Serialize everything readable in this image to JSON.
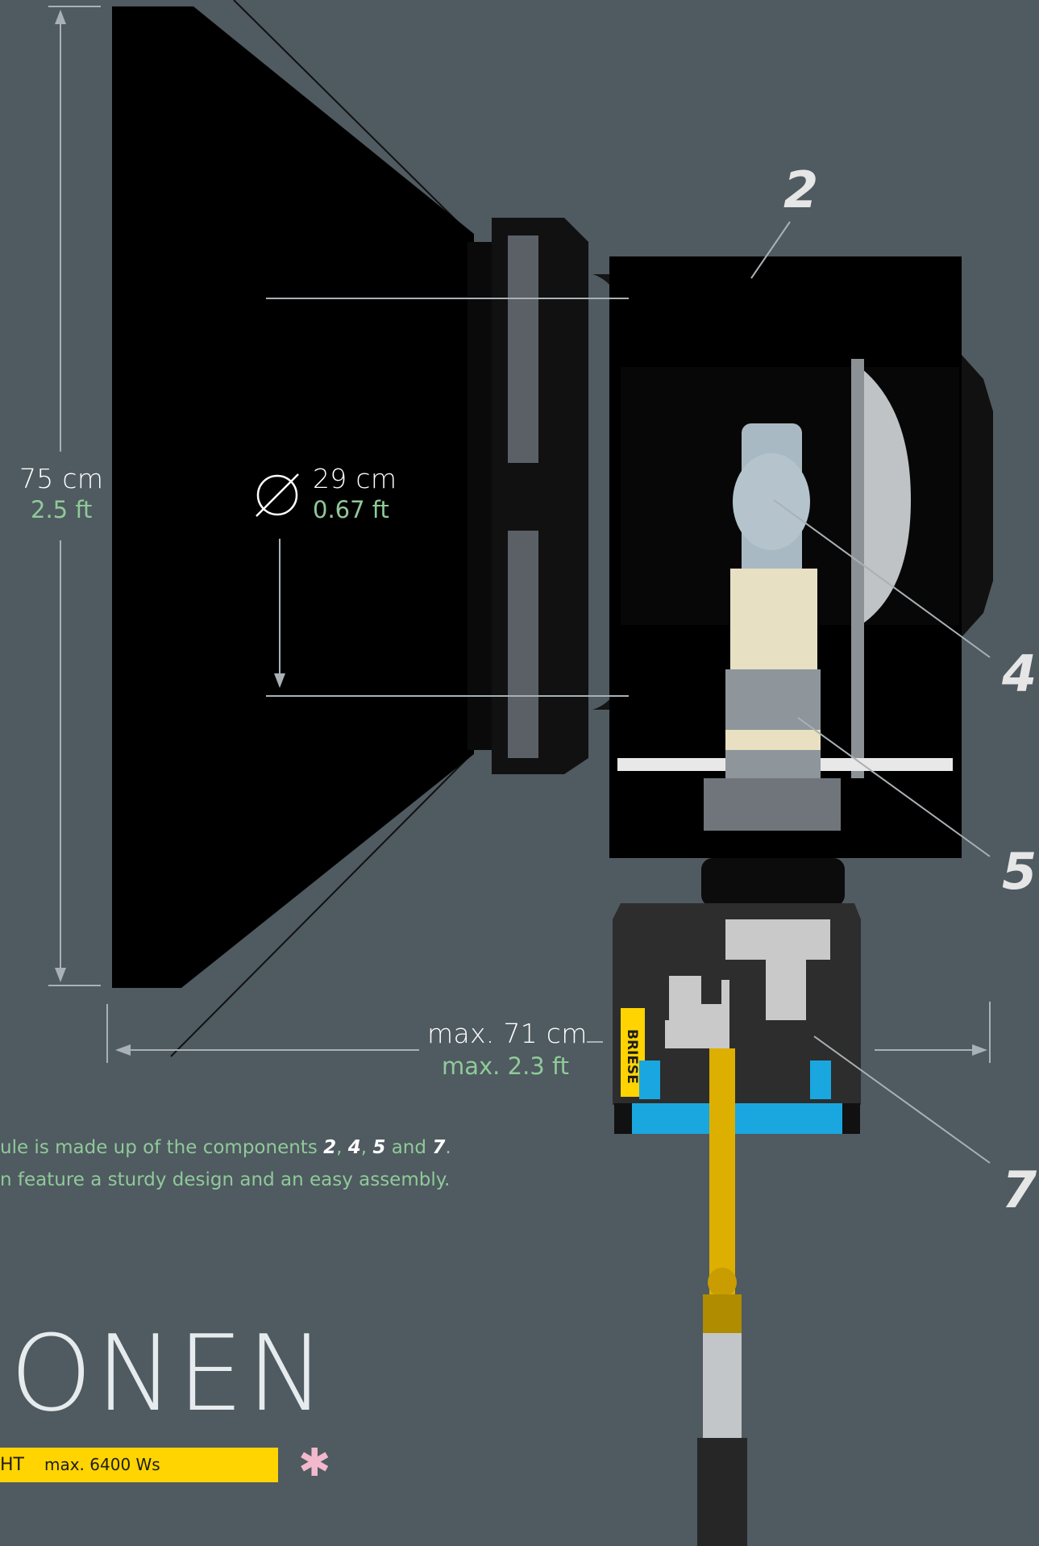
{
  "dimensions": {
    "height_cm": "75 cm",
    "height_ft": "2.5 ft",
    "diameter_symbol": "∅",
    "diameter_cm": "29 cm",
    "diameter_ft": "0.67 ft",
    "depth_cm": "max. 71 cm",
    "depth_ft": "max. 2.3 ft"
  },
  "components": {
    "c2": "2",
    "c4": "4",
    "c5": "5",
    "c7": "7"
  },
  "description": {
    "line1_prefix": "ule is made up of the components ",
    "line1_c2": "2",
    "sep1": ", ",
    "line1_c4": "4",
    "sep2": ", ",
    "line1_c5": "5",
    "and": " and ",
    "line1_c7": "7",
    "end": ".",
    "line2": "n feature a sturdy design and an easy assembly."
  },
  "headline": "IONEN",
  "badge": {
    "left": "HT",
    "right": "max. 6400 Ws"
  },
  "star_icon": "✱",
  "fixture_label": "BRIESE",
  "fixture_mark": "4T",
  "colors": {
    "background": "#505a61",
    "accent_green": "#8fca99",
    "badge_yellow": "#ffd400",
    "fixture_blue": "#1aa7e0",
    "pole_yellow": "#e0b000"
  }
}
